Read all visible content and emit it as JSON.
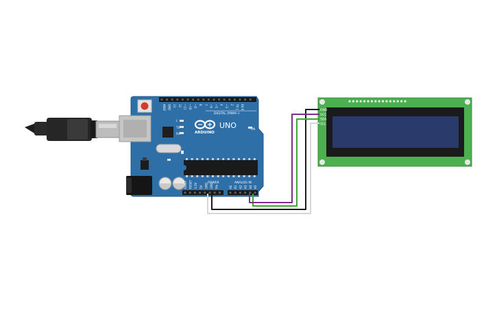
{
  "arduino": {
    "model_label": "UNO",
    "brand_label": "ARDUINO",
    "digital_label": "DIGITAL (PWM~)",
    "power_label": "POWER",
    "analog_label": "ANALOG IN",
    "on_label": "ON",
    "l_led_label": "L",
    "tx_label": "TX",
    "rx_label": "RX",
    "aref_label": "AREF",
    "gnd_label": "GND",
    "digital_pins": [
      "13",
      "12",
      "~11",
      "~10",
      "~9",
      "8",
      "7",
      "~6",
      "~5",
      "4",
      "~3",
      "2",
      "TX 1",
      "RX 0"
    ],
    "power_pins": [
      "IOREF",
      "RESET",
      "3.3V",
      "5V",
      "GND",
      "GND",
      "Vin"
    ],
    "analog_pins": [
      "A0",
      "A1",
      "A2",
      "A3",
      "A4",
      "A5"
    ]
  },
  "lcd": {
    "pin_labels": [
      "GND",
      "VCC",
      "SDA",
      "SCL"
    ]
  },
  "colors": {
    "board_blue": "#2f6fa8",
    "lcd_green": "#4caf50",
    "lcd_screen": "#2a3a6b",
    "wire_black": "#1a1a1a",
    "wire_green": "#3aa832",
    "wire_purple": "#7b2d8e",
    "wire_white": "#dcdcdc"
  }
}
